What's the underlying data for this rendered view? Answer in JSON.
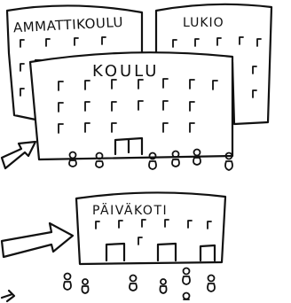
{
  "buildings": {
    "ammattikoulu": {
      "sign": "AMMATTIKOULU"
    },
    "lukio": {
      "sign": "LUKIO"
    },
    "koulu": {
      "sign": "KOULU"
    },
    "paivakoti": {
      "sign": "PÄIVÄKOTI"
    }
  },
  "arrows": {
    "count": 3
  },
  "colors": {
    "ink": "#111111",
    "paper": "#ffffff"
  }
}
